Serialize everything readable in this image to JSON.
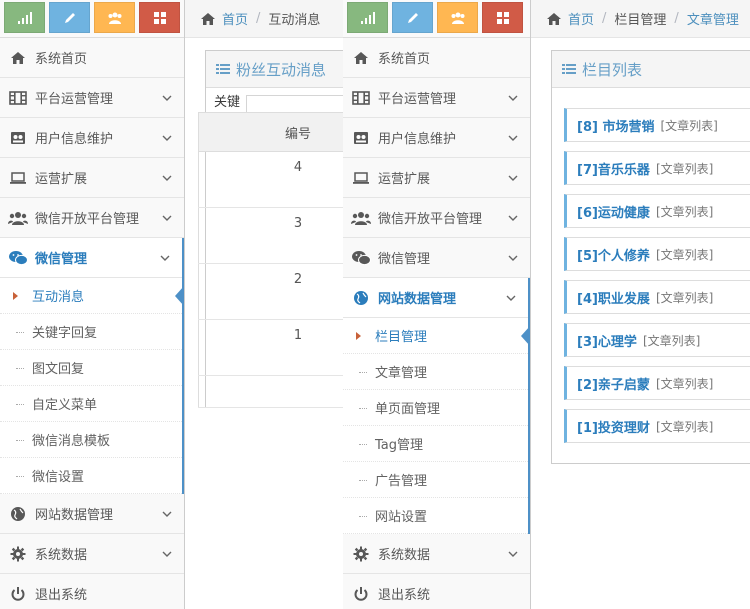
{
  "panel1": {
    "sidebar": {
      "items": [
        {
          "label": "系统首页"
        },
        {
          "label": "平台运营管理"
        },
        {
          "label": "用户信息维护"
        },
        {
          "label": "运营扩展"
        },
        {
          "label": "微信开放平台管理"
        },
        {
          "label": "微信管理"
        }
      ],
      "submenu": [
        "互动消息",
        "关键字回复",
        "图文回复",
        "自定义菜单",
        "微信消息模板",
        "微信设置"
      ],
      "after": [
        {
          "label": "网站数据管理"
        },
        {
          "label": "系统数据"
        },
        {
          "label": "退出系统"
        }
      ]
    },
    "breadcrumb": {
      "home": "首页",
      "current": "互动消息"
    },
    "widget_title": "粉丝互动消息",
    "search_label": "关键字:",
    "table": {
      "header": "编号",
      "rows": [
        "4",
        "3",
        "2",
        "1"
      ]
    }
  },
  "panel2": {
    "sidebar": {
      "items": [
        {
          "label": "系统首页"
        },
        {
          "label": "平台运营管理"
        },
        {
          "label": "用户信息维护"
        },
        {
          "label": "运营扩展"
        },
        {
          "label": "微信开放平台管理"
        },
        {
          "label": "微信管理"
        },
        {
          "label": "网站数据管理"
        }
      ],
      "submenu": [
        "栏目管理",
        "文章管理",
        "单页面管理",
        "Tag管理",
        "广告管理",
        "网站设置"
      ],
      "after": [
        {
          "label": "系统数据"
        },
        {
          "label": "退出系统"
        }
      ]
    },
    "breadcrumb": {
      "home": "首页",
      "mid": "栏目管理",
      "current": "文章管理"
    },
    "widget_title": "栏目列表",
    "categories": [
      {
        "name": "[8] 市场营销",
        "tag": "[文章列表]"
      },
      {
        "name": "[7]音乐乐器",
        "tag": "[文章列表]"
      },
      {
        "name": "[6]运动健康",
        "tag": "[文章列表]"
      },
      {
        "name": "[5]个人修养",
        "tag": "[文章列表]"
      },
      {
        "name": "[4]职业发展",
        "tag": "[文章列表]"
      },
      {
        "name": "[3]心理学",
        "tag": "[文章列表]"
      },
      {
        "name": "[2]亲子启蒙",
        "tag": "[文章列表]"
      },
      {
        "name": "[1]投资理财",
        "tag": "[文章列表]"
      }
    ]
  }
}
